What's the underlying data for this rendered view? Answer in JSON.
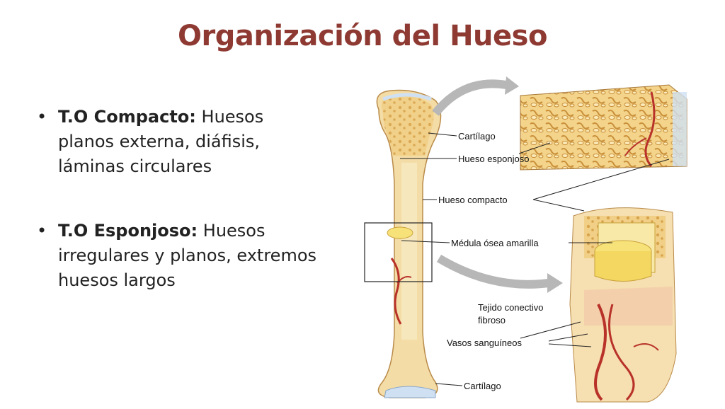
{
  "title": "Organización del Hueso",
  "bullets": [
    {
      "term": "T.O Compacto:",
      "text": "Huesos planos externa, diáfisis, láminas circulares"
    },
    {
      "term": "T.O Esponjoso:",
      "text": "Huesos irregulares y planos, extremos huesos largos"
    }
  ],
  "diagram": {
    "labels": {
      "cartilage_top": "Cartílago",
      "spongy_bone": "Hueso esponjoso",
      "compact_bone": "Hueso compacto",
      "yellow_marrow": "Médula ósea amarilla",
      "connective_tissue_1": "Tejido conectivo",
      "connective_tissue_2": "fibroso",
      "blood_vessels": "Vasos sanguíneos",
      "cartilage_bottom": "Cartílago"
    }
  },
  "colors": {
    "title": "#8e3a33",
    "bone": "#f2d9a0",
    "spongy": "#e8b85c",
    "marrow": "#f7e27a",
    "vessel": "#b8322a",
    "cartilage": "#cfe0f2"
  }
}
